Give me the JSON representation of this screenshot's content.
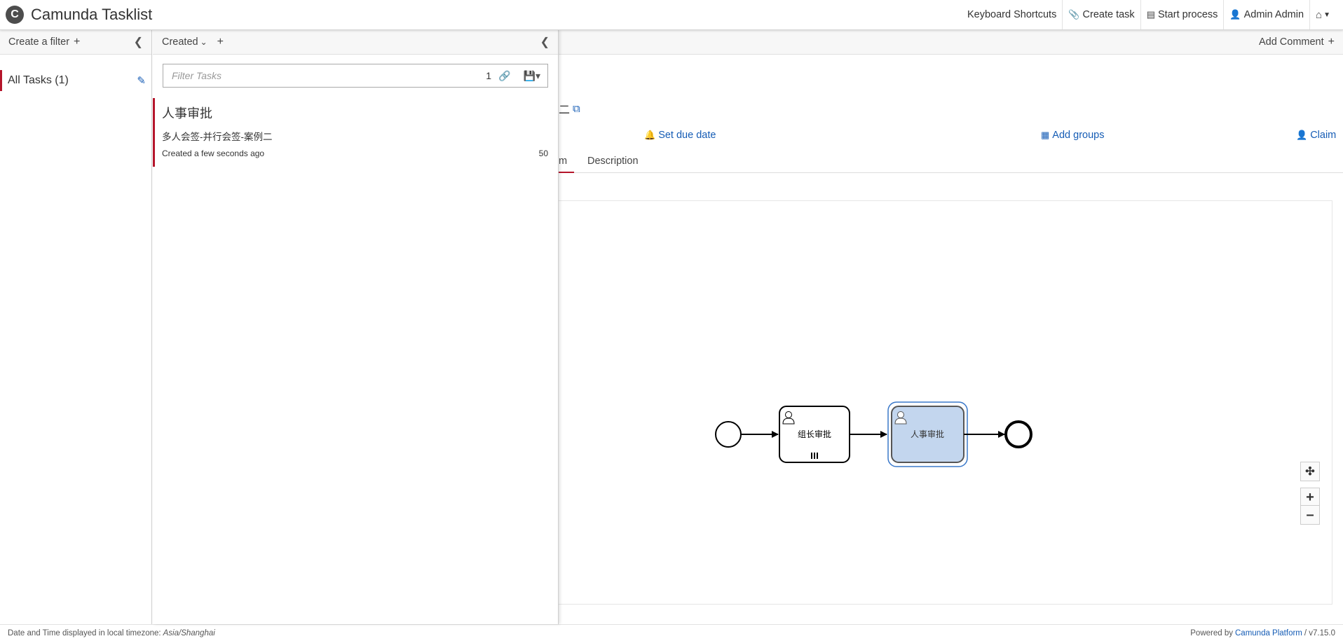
{
  "app": {
    "title": "Camunda Tasklist",
    "logo_letter": "C"
  },
  "nav": {
    "keyboard_shortcuts": "Keyboard Shortcuts",
    "create_task": "Create task",
    "start_process": "Start process",
    "user": "Admin Admin",
    "icons": {
      "create_task": "paperclip-icon",
      "start_process": "list-icon",
      "user": "user-icon",
      "home": "home-icon"
    }
  },
  "filters": {
    "header": "Create a filter",
    "items": [
      {
        "label": "All Tasks (1)"
      }
    ]
  },
  "tasklist": {
    "sort_label": "Created",
    "search_placeholder": "Filter Tasks",
    "count": "1",
    "tasks": [
      {
        "name": "人事审批",
        "process": "多人会签-并行会签-案例二",
        "created": "Created a few seconds ago",
        "priority": "50"
      }
    ]
  },
  "detail": {
    "add_comment": "Add Comment",
    "title_fragment": "二",
    "set_due_date": "Set due date",
    "add_groups": "Add groups",
    "claim": "Claim",
    "tabs": [
      {
        "label": "m",
        "active": true
      },
      {
        "label": "Description",
        "active": false
      }
    ],
    "diagram": {
      "tasks": [
        {
          "label": "组长审批",
          "active": false
        },
        {
          "label": "人事审批",
          "active": true
        }
      ]
    }
  },
  "footer": {
    "timezone_prefix": "Date and Time displayed in local timezone:",
    "timezone": "Asia/Shanghai",
    "powered_prefix": "Powered by",
    "product": "Camunda Platform",
    "version": "/ v7.15.0"
  },
  "colors": {
    "accent": "#b5152b",
    "link": "#155cb5",
    "active_task_fill": "#c3d6ee",
    "active_task_border": "#3a78c9"
  }
}
